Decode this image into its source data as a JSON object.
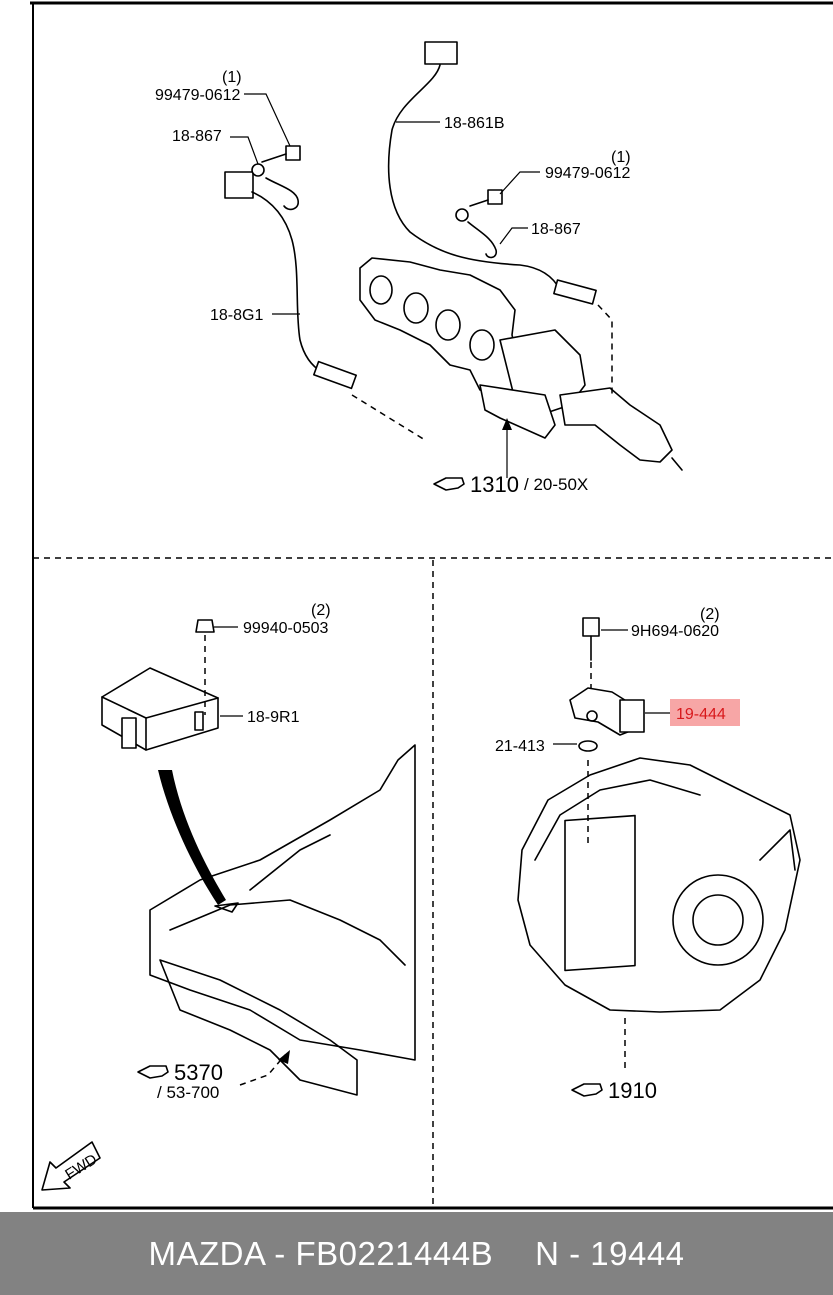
{
  "labels": {
    "qty_1a": "(1)",
    "bolt_top_left": "99479-0612",
    "term_left": "18-867",
    "sensor_left": "18-8G1",
    "sensor_right": "18-861B",
    "qty_1b": "(1)",
    "bolt_top_right": "99479-0612",
    "term_right": "18-867",
    "ref_manifold": "1310",
    "ref_manifold_sub": "/ 20-50X",
    "qty_2a": "(2)",
    "nut_left": "99940-0503",
    "module": "18-9R1",
    "ref_body": "5370",
    "ref_body_sub": "/ 53-700",
    "qty_2b": "(2)",
    "bolt_sensor": "9H694-0620",
    "sensor_highlight": "19-444",
    "oring": "21-413",
    "ref_trans": "1910",
    "fwd": "FWD"
  },
  "colors": {
    "highlight_fill": "#f7a6a6",
    "highlight_text": "#d8191c",
    "footer_bg": "#828282",
    "footer_text": "#ffffff"
  },
  "footer": {
    "brand_part": "MAZDA - FB0221444B",
    "number": "N - 19444"
  }
}
